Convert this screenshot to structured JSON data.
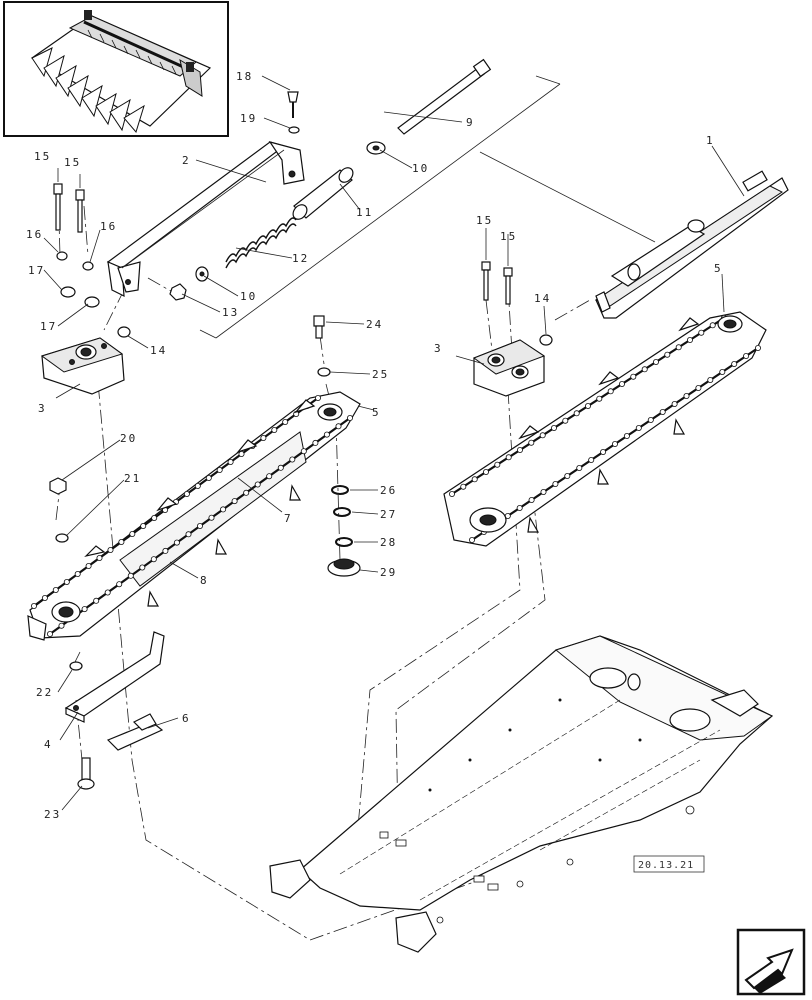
{
  "reference": "20.13.21",
  "callouts": [
    {
      "id": "c1",
      "text": "1"
    },
    {
      "id": "c2",
      "text": "2"
    },
    {
      "id": "c3a",
      "text": "3"
    },
    {
      "id": "c3b",
      "text": "3"
    },
    {
      "id": "c4",
      "text": "4"
    },
    {
      "id": "c5a",
      "text": "5"
    },
    {
      "id": "c5b",
      "text": "5"
    },
    {
      "id": "c6",
      "text": "6"
    },
    {
      "id": "c7",
      "text": "7"
    },
    {
      "id": "c8",
      "text": "8"
    },
    {
      "id": "c9",
      "text": "9"
    },
    {
      "id": "c10a",
      "text": "10"
    },
    {
      "id": "c10b",
      "text": "10"
    },
    {
      "id": "c11",
      "text": "11"
    },
    {
      "id": "c12",
      "text": "12"
    },
    {
      "id": "c13",
      "text": "13"
    },
    {
      "id": "c14a",
      "text": "14"
    },
    {
      "id": "c14b",
      "text": "14"
    },
    {
      "id": "c15a",
      "text": "15"
    },
    {
      "id": "c15b",
      "text": "15"
    },
    {
      "id": "c15c",
      "text": "15"
    },
    {
      "id": "c15d",
      "text": "15"
    },
    {
      "id": "c16a",
      "text": "16"
    },
    {
      "id": "c16b",
      "text": "16"
    },
    {
      "id": "c17a",
      "text": "17"
    },
    {
      "id": "c17b",
      "text": "17"
    },
    {
      "id": "c18",
      "text": "18"
    },
    {
      "id": "c19",
      "text": "19"
    },
    {
      "id": "c20",
      "text": "20"
    },
    {
      "id": "c21",
      "text": "21"
    },
    {
      "id": "c22",
      "text": "22"
    },
    {
      "id": "c23",
      "text": "23"
    },
    {
      "id": "c24",
      "text": "24"
    },
    {
      "id": "c25",
      "text": "25"
    },
    {
      "id": "c26",
      "text": "26"
    },
    {
      "id": "c27",
      "text": "27"
    },
    {
      "id": "c28",
      "text": "28"
    },
    {
      "id": "c29",
      "text": "29"
    }
  ],
  "icons": {
    "nav": "arrow-navigation-icon"
  }
}
